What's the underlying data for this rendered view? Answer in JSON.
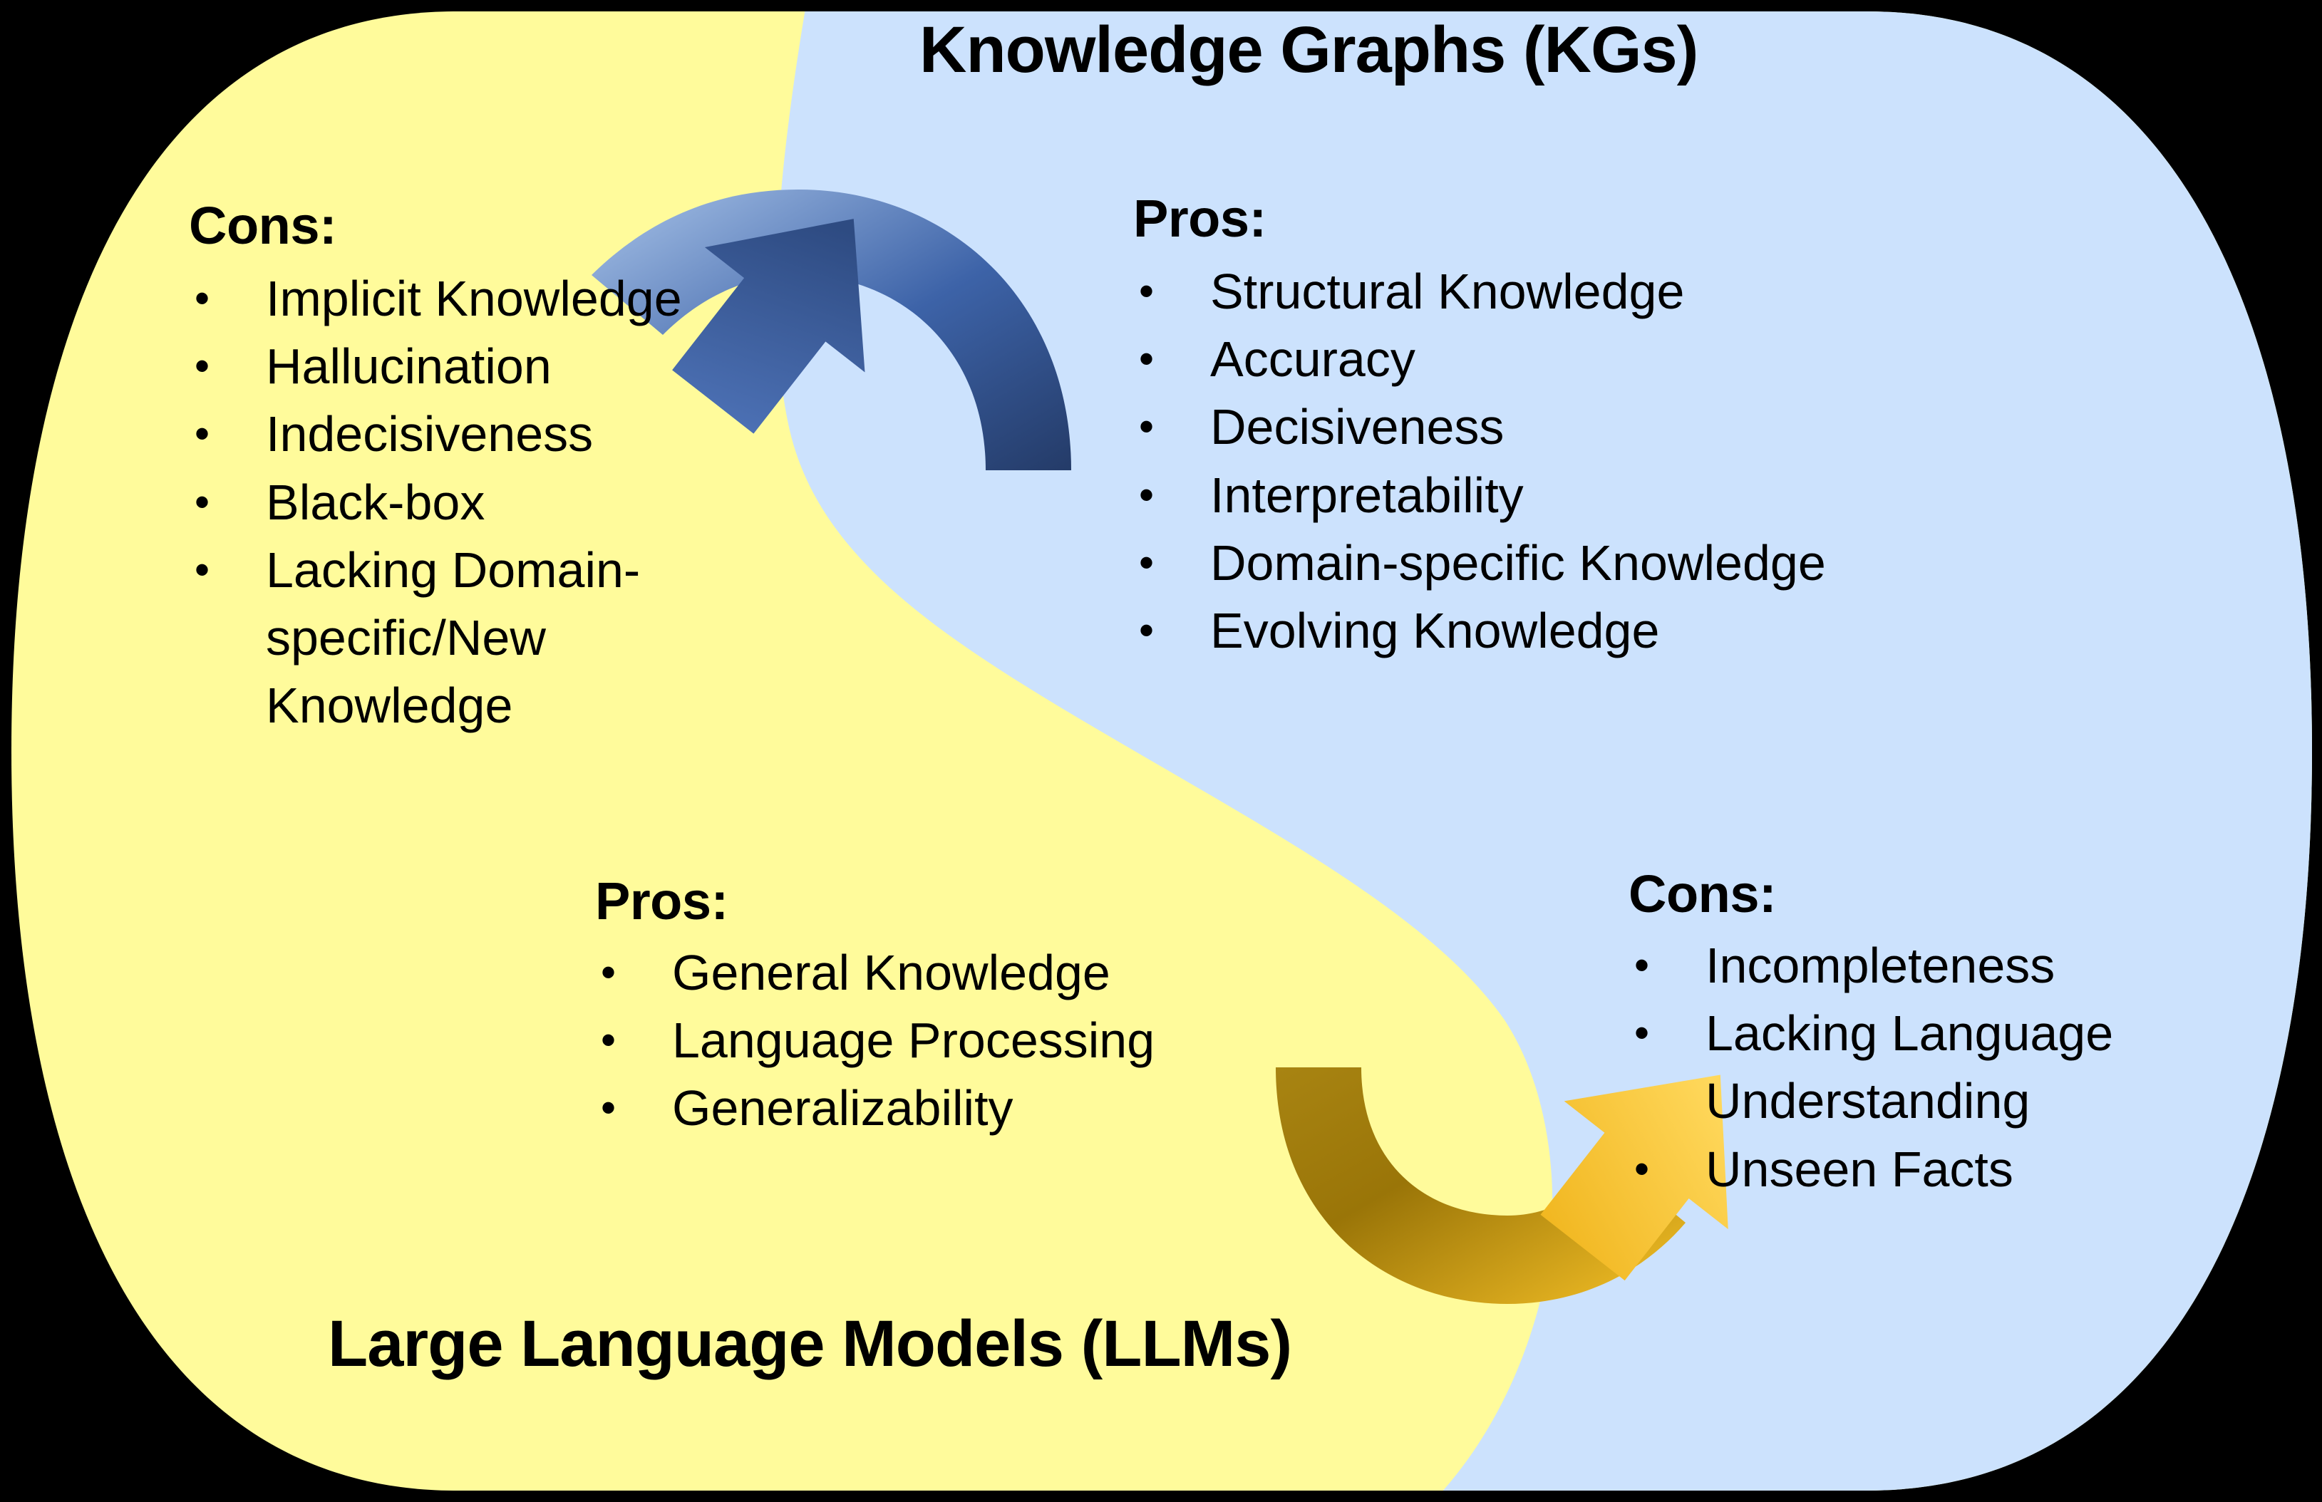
{
  "diagram": {
    "title_top": "Knowledge Graphs (KGs)",
    "title_bottom": "Large Language Models (LLMs)",
    "background_color": "#000000",
    "yellow_color": "#FFFB9B",
    "blue_color": "#CCE2FD"
  },
  "quadrants": {
    "top_left": {
      "heading": "Cons:",
      "belongs_to": "Large Language Models (LLMs)",
      "region_color": "#FFFB9B",
      "items": [
        "Implicit Knowledge",
        "Hallucination",
        "Indecisiveness",
        "Black-box",
        "Lacking Domain-specific/New Knowledge"
      ]
    },
    "top_right": {
      "heading": "Pros:",
      "belongs_to": "Knowledge Graphs (KGs)",
      "region_color": "#CCE2FD",
      "items": [
        "Structural Knowledge",
        "Accuracy",
        "Decisiveness",
        "Interpretability",
        "Domain-specific Knowledge",
        "Evolving Knowledge"
      ]
    },
    "bottom_left": {
      "heading": "Pros:",
      "belongs_to": "Large Language Models (LLMs)",
      "region_color": "#FFFB9B",
      "items": [
        "General Knowledge",
        "Language Processing",
        "Generalizability"
      ]
    },
    "bottom_right": {
      "heading": "Cons:",
      "belongs_to": "Knowledge Graphs (KGs)",
      "region_color": "#CCE2FD",
      "items": [
        "Incompleteness",
        "Lacking Language Understanding",
        "Unseen Facts"
      ]
    }
  },
  "arrows": {
    "blue": {
      "name": "kg-to-llm-arrow",
      "direction": "right-to-left, pointing down-left",
      "color_start": "#27406F",
      "color_end": "#9CB8E4"
    },
    "gold": {
      "name": "llm-to-kg-arrow",
      "direction": "left-to-right, pointing up-right",
      "color_start": "#9A7508",
      "color_end": "#FFD24A"
    }
  }
}
